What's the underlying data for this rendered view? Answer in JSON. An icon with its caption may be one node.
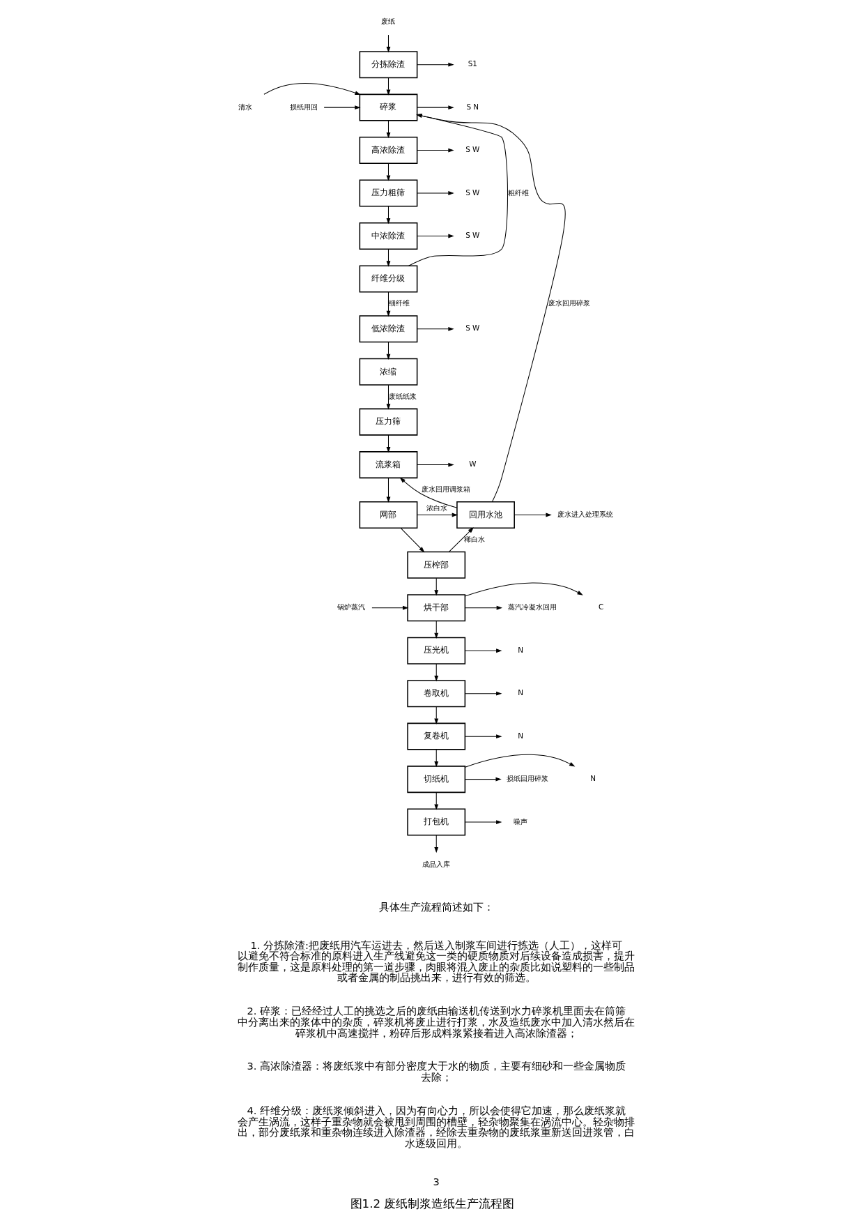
{
  "diagram": {
    "caption": "图1.2 废纸制浆造纸生产流程图",
    "nodes": [
      {
        "text": [
          "分拣除渣"
        ]
      },
      {
        "text": [
          "碎浆"
        ]
      },
      {
        "text": [
          "高浓除渣"
        ]
      },
      {
        "text": [
          "压力粗筛"
        ]
      },
      {
        "text": [
          "中浓除渣"
        ]
      },
      {
        "text": [
          "纤维分级"
        ]
      },
      {
        "text": [
          "低浓除渣"
        ]
      },
      {
        "text": [
          "浓缩"
        ]
      },
      {
        "text": [
          "压力筛"
        ]
      },
      {
        "text": [
          "流浆箱"
        ]
      },
      {
        "text": [
          "网部"
        ]
      },
      {
        "text": [
          "压榨部"
        ]
      },
      {
        "text": [
          "烘干部"
        ]
      },
      {
        "text": [
          "压光机"
        ]
      },
      {
        "text": [
          "卷取机"
        ]
      },
      {
        "text": [
          "复卷机"
        ]
      },
      {
        "text": [
          "切纸机"
        ]
      },
      {
        "text": [
          "打包机"
        ]
      },
      {
        "text": [
          "回用水池"
        ]
      },
      {
        "text": [
          "废纸"
        ]
      },
      {
        "text": [
          "S1"
        ]
      },
      {
        "text": [
          "清水"
        ]
      },
      {
        "text": [
          "损纸用回"
        ]
      },
      {
        "text": [
          "S N"
        ]
      },
      {
        "text": [
          "S W"
        ]
      },
      {
        "text": [
          "S W"
        ]
      },
      {
        "text": [
          "S W"
        ]
      },
      {
        "text": [
          "S W"
        ]
      },
      {
        "text": [
          "W"
        ]
      },
      {
        "text": [
          "锅炉蒸汽"
        ]
      },
      {
        "text": [
          "C"
        ]
      },
      {
        "text": [
          "蒸汽冷凝水回用"
        ]
      },
      {
        "text": [
          "N"
        ]
      },
      {
        "text": [
          "N"
        ]
      },
      {
        "text": [
          "N"
        ]
      },
      {
        "text": [
          "N"
        ]
      },
      {
        "text": [
          "损纸回用碎浆"
        ]
      },
      {
        "text": [
          "噪声"
        ]
      },
      {
        "text": [
          "成品入库"
        ]
      },
      {
        "text": [
          "废水进入处理系统"
        ]
      }
    ],
    "edges": [
      {
        "from": 19,
        "to": 0,
        "arrow": "to"
      },
      {
        "from": 0,
        "to": 20,
        "arrow": "to"
      },
      {
        "from": 0,
        "to": 1,
        "arrow": "to"
      },
      {
        "from": 21,
        "to": 1,
        "arrow": "to"
      },
      {
        "from": 22,
        "to": 1,
        "arrow": "to"
      },
      {
        "from": 1,
        "to": 23,
        "arrow": "to"
      },
      {
        "from": 1,
        "to": 2,
        "arrow": "to"
      },
      {
        "from": 2,
        "to": 24,
        "arrow": "to"
      },
      {
        "from": 2,
        "to": 3,
        "arrow": "to"
      },
      {
        "from": 3,
        "to": 25,
        "arrow": "to"
      },
      {
        "from": 3,
        "to": 4,
        "arrow": "to"
      },
      {
        "from": 4,
        "to": 26,
        "arrow": "to"
      },
      {
        "from": 4,
        "to": 5,
        "arrow": "to"
      },
      {
        "from": 5,
        "to": 1,
        "arrow": "to",
        "label": "粗纤维"
      },
      {
        "from": 5,
        "to": 6,
        "arrow": "to",
        "label": "细纤维"
      },
      {
        "from": 6,
        "to": 27,
        "arrow": "to"
      },
      {
        "from": 6,
        "to": 7,
        "arrow": "to"
      },
      {
        "from": 7,
        "to": 8,
        "arrow": "to",
        "label": "废纸纸浆"
      },
      {
        "from": 8,
        "to": 9,
        "arrow": "to"
      },
      {
        "from": 9,
        "to": 28,
        "arrow": "to"
      },
      {
        "from": 18,
        "to": 1,
        "arrow": "to",
        "label": "废水回用碎浆"
      },
      {
        "from": 18,
        "to": 9,
        "arrow": "to",
        "label": "废水回用调浆箱"
      },
      {
        "from": 9,
        "to": 10,
        "arrow": "to"
      },
      {
        "from": 10,
        "to": 18,
        "arrow": "to",
        "label": "浓白水"
      },
      {
        "from": 10,
        "to": 11,
        "arrow": "to"
      },
      {
        "from": 11,
        "to": 18,
        "arrow": "to",
        "label": "稀白水"
      },
      {
        "from": 18,
        "to": 39,
        "arrow": "to"
      },
      {
        "from": 11,
        "to": 12,
        "arrow": "to"
      },
      {
        "from": 29,
        "to": 12,
        "arrow": "to"
      },
      {
        "from": 12,
        "to": 30,
        "arrow": "to"
      },
      {
        "from": 12,
        "to": 31,
        "arrow": "to"
      },
      {
        "from": 12,
        "to": 13,
        "arrow": "to"
      },
      {
        "from": 13,
        "to": 32,
        "arrow": "to"
      },
      {
        "from": 13,
        "to": 14,
        "arrow": "to"
      },
      {
        "from": 14,
        "to": 33,
        "arrow": "to"
      },
      {
        "from": 14,
        "to": 15,
        "arrow": "to"
      },
      {
        "from": 15,
        "to": 34,
        "arrow": "to"
      },
      {
        "from": 15,
        "to": 16,
        "arrow": "to"
      },
      {
        "from": 16,
        "to": 35,
        "arrow": "to"
      },
      {
        "from": 16,
        "to": 36,
        "arrow": "to"
      },
      {
        "from": 16,
        "to": 17,
        "arrow": "to"
      },
      {
        "from": 17,
        "to": 37,
        "arrow": "to"
      },
      {
        "from": 17,
        "to": 38,
        "arrow": "to"
      }
    ],
    "labels": [
      "具体生产流程简述如下：",
      "1. 分拣除渣:把废纸用汽车运进去，然后送入制浆车间进行拣选（人工），这样可以避免不符合标准的原料进入生产线避免这一类的硬质物质对后续设备造成损害，提升制作质量，这是原料处理的第一道步骤，肉眼将混入废止的杂质比如说塑料的一些制品或者金属的制品挑出来，进行有效的筛选。",
      "2. 碎浆：已经经过人工的挑选之后的废纸由输送机传送到水力碎浆机里面去在筒筛中分离出来的浆体中的杂质，碎浆机将废止进行打浆，水及造纸废水中加入清水然后在碎浆机中高速搅拌，粉碎后形成料浆紧接着进入高浓除渣器；",
      "3. 高浓除渣器：将废纸浆中有部分密度大于水的物质，主要有细砂和一些金属物质去除；",
      "4. 纤维分级：废纸浆倾斜进入，因为有向心力，所以会使得它加速，那么废纸浆就会产生涡流，这样子重杂物就会被甩到周围的槽壁，轻杂物聚集在涡流中心。轻杂物排出，部分废纸浆和重杂物连续进入除渣器，经除去重杂物的废纸浆重新送回进浆管，白水逐级回用。",
      "3"
    ]
  }
}
